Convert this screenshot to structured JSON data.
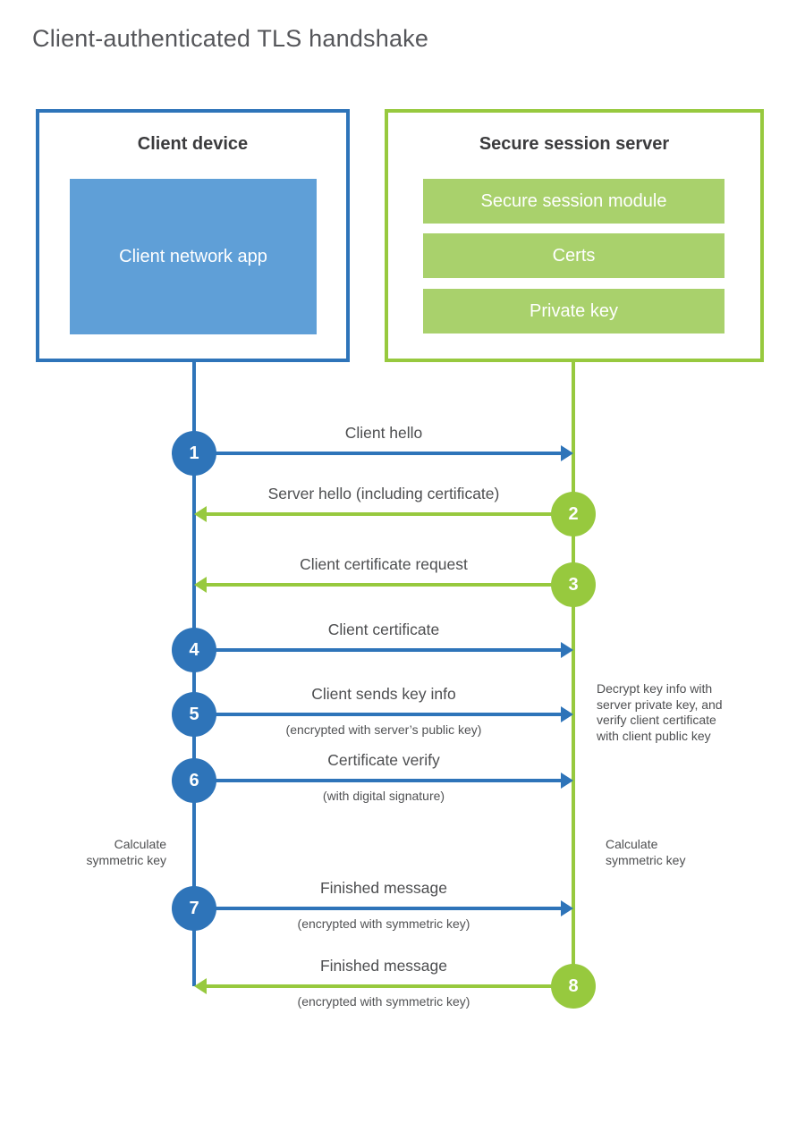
{
  "title": "Client-authenticated TLS handshake",
  "colors": {
    "blue": "#2e74b9",
    "light_blue": "#5f9fd7",
    "green": "#97c93e",
    "light_green": "#a9d16c"
  },
  "client": {
    "title": "Client device",
    "app_label": "Client network app"
  },
  "server": {
    "title": "Secure session server",
    "modules": [
      "Secure session module",
      "Certs",
      "Private key"
    ]
  },
  "messages": [
    {
      "num": "1",
      "label": "Client hello",
      "sub": "",
      "direction": "client-to-server"
    },
    {
      "num": "2",
      "label": "Server hello (including certificate)",
      "sub": "",
      "direction": "server-to-client"
    },
    {
      "num": "3",
      "label": "Client certificate request",
      "sub": "",
      "direction": "server-to-client"
    },
    {
      "num": "4",
      "label": "Client certificate",
      "sub": "",
      "direction": "client-to-server"
    },
    {
      "num": "5",
      "label": "Client sends key info",
      "sub": "(encrypted with server’s public key)",
      "direction": "client-to-server"
    },
    {
      "num": "6",
      "label": "Certificate verify",
      "sub": "(with digital signature)",
      "direction": "client-to-server"
    },
    {
      "num": "7",
      "label": "Finished message",
      "sub": "(encrypted with symmetric key)",
      "direction": "client-to-server"
    },
    {
      "num": "8",
      "label": "Finished message",
      "sub": "(encrypted with symmetric key)",
      "direction": "server-to-client"
    }
  ],
  "annotations": {
    "decrypt_note": "Decrypt key info with\nserver private key, and\nverify client certificate\nwith client public key",
    "calc_left": "Calculate\nsymmetric key",
    "calc_right": "Calculate\nsymmetric key"
  }
}
